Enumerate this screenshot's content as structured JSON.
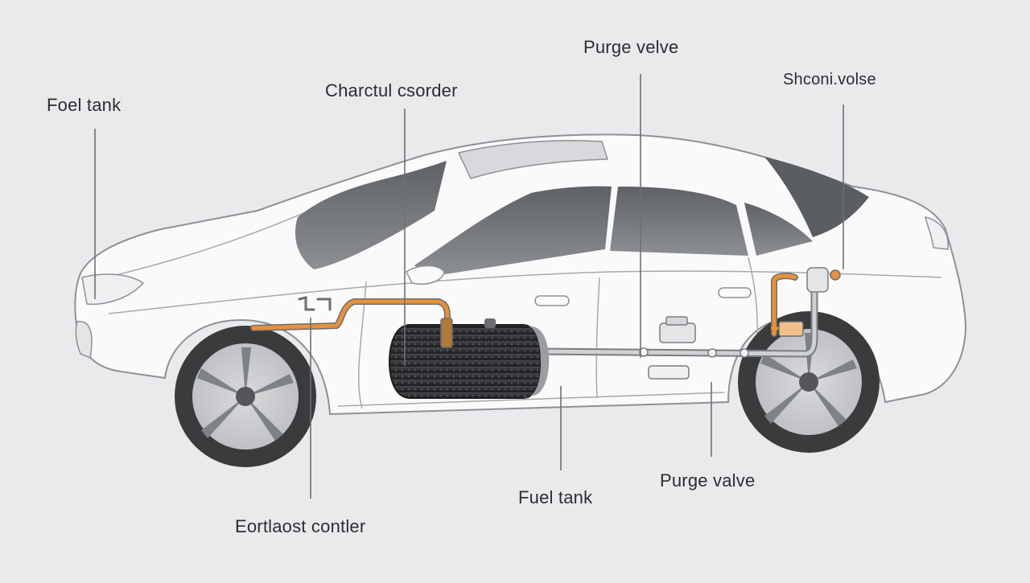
{
  "labels": {
    "fuel_tank_top": "Foel tank",
    "charcoal_canister": "Charctul csorder",
    "purge_valve_top": "Purge velve",
    "shut_valve": "Shconi.volse",
    "fuel_tank_bottom": "Fuel tank",
    "purge_valve_bottom": "Purge valve",
    "exhaust_canister": "Eortlaost contler"
  },
  "colors": {
    "background": "#e9eaec",
    "car_body": "#fafafa",
    "outline": "#8e9196",
    "glass": "#6c6f73",
    "tire": "#3a3b3d",
    "hose_orange": "#e8913a",
    "pipe_gray": "#b4b7bb",
    "canister": "#2f3033",
    "leader_line": "#6d7075"
  }
}
